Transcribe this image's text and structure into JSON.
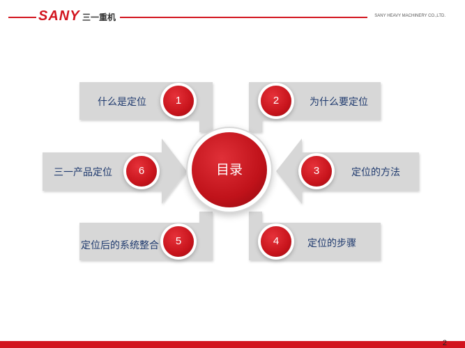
{
  "header": {
    "logo": "SANY",
    "logo_cn": "三一重机",
    "company": "SANY HEAVY MACHINERY CO.,LTD."
  },
  "center_title": "目录",
  "items": [
    {
      "num": "1",
      "label": "什么是定位"
    },
    {
      "num": "2",
      "label": "为什么要定位"
    },
    {
      "num": "3",
      "label": "定位的方法"
    },
    {
      "num": "4",
      "label": "定位的步骤"
    },
    {
      "num": "5",
      "label": "定位后的系统整合"
    },
    {
      "num": "6",
      "label": "三一产品定位"
    }
  ],
  "page_number": "2",
  "colors": {
    "accent": "#d2141e",
    "arrow": "#d7d7d7",
    "label": "#1f3a6e"
  }
}
